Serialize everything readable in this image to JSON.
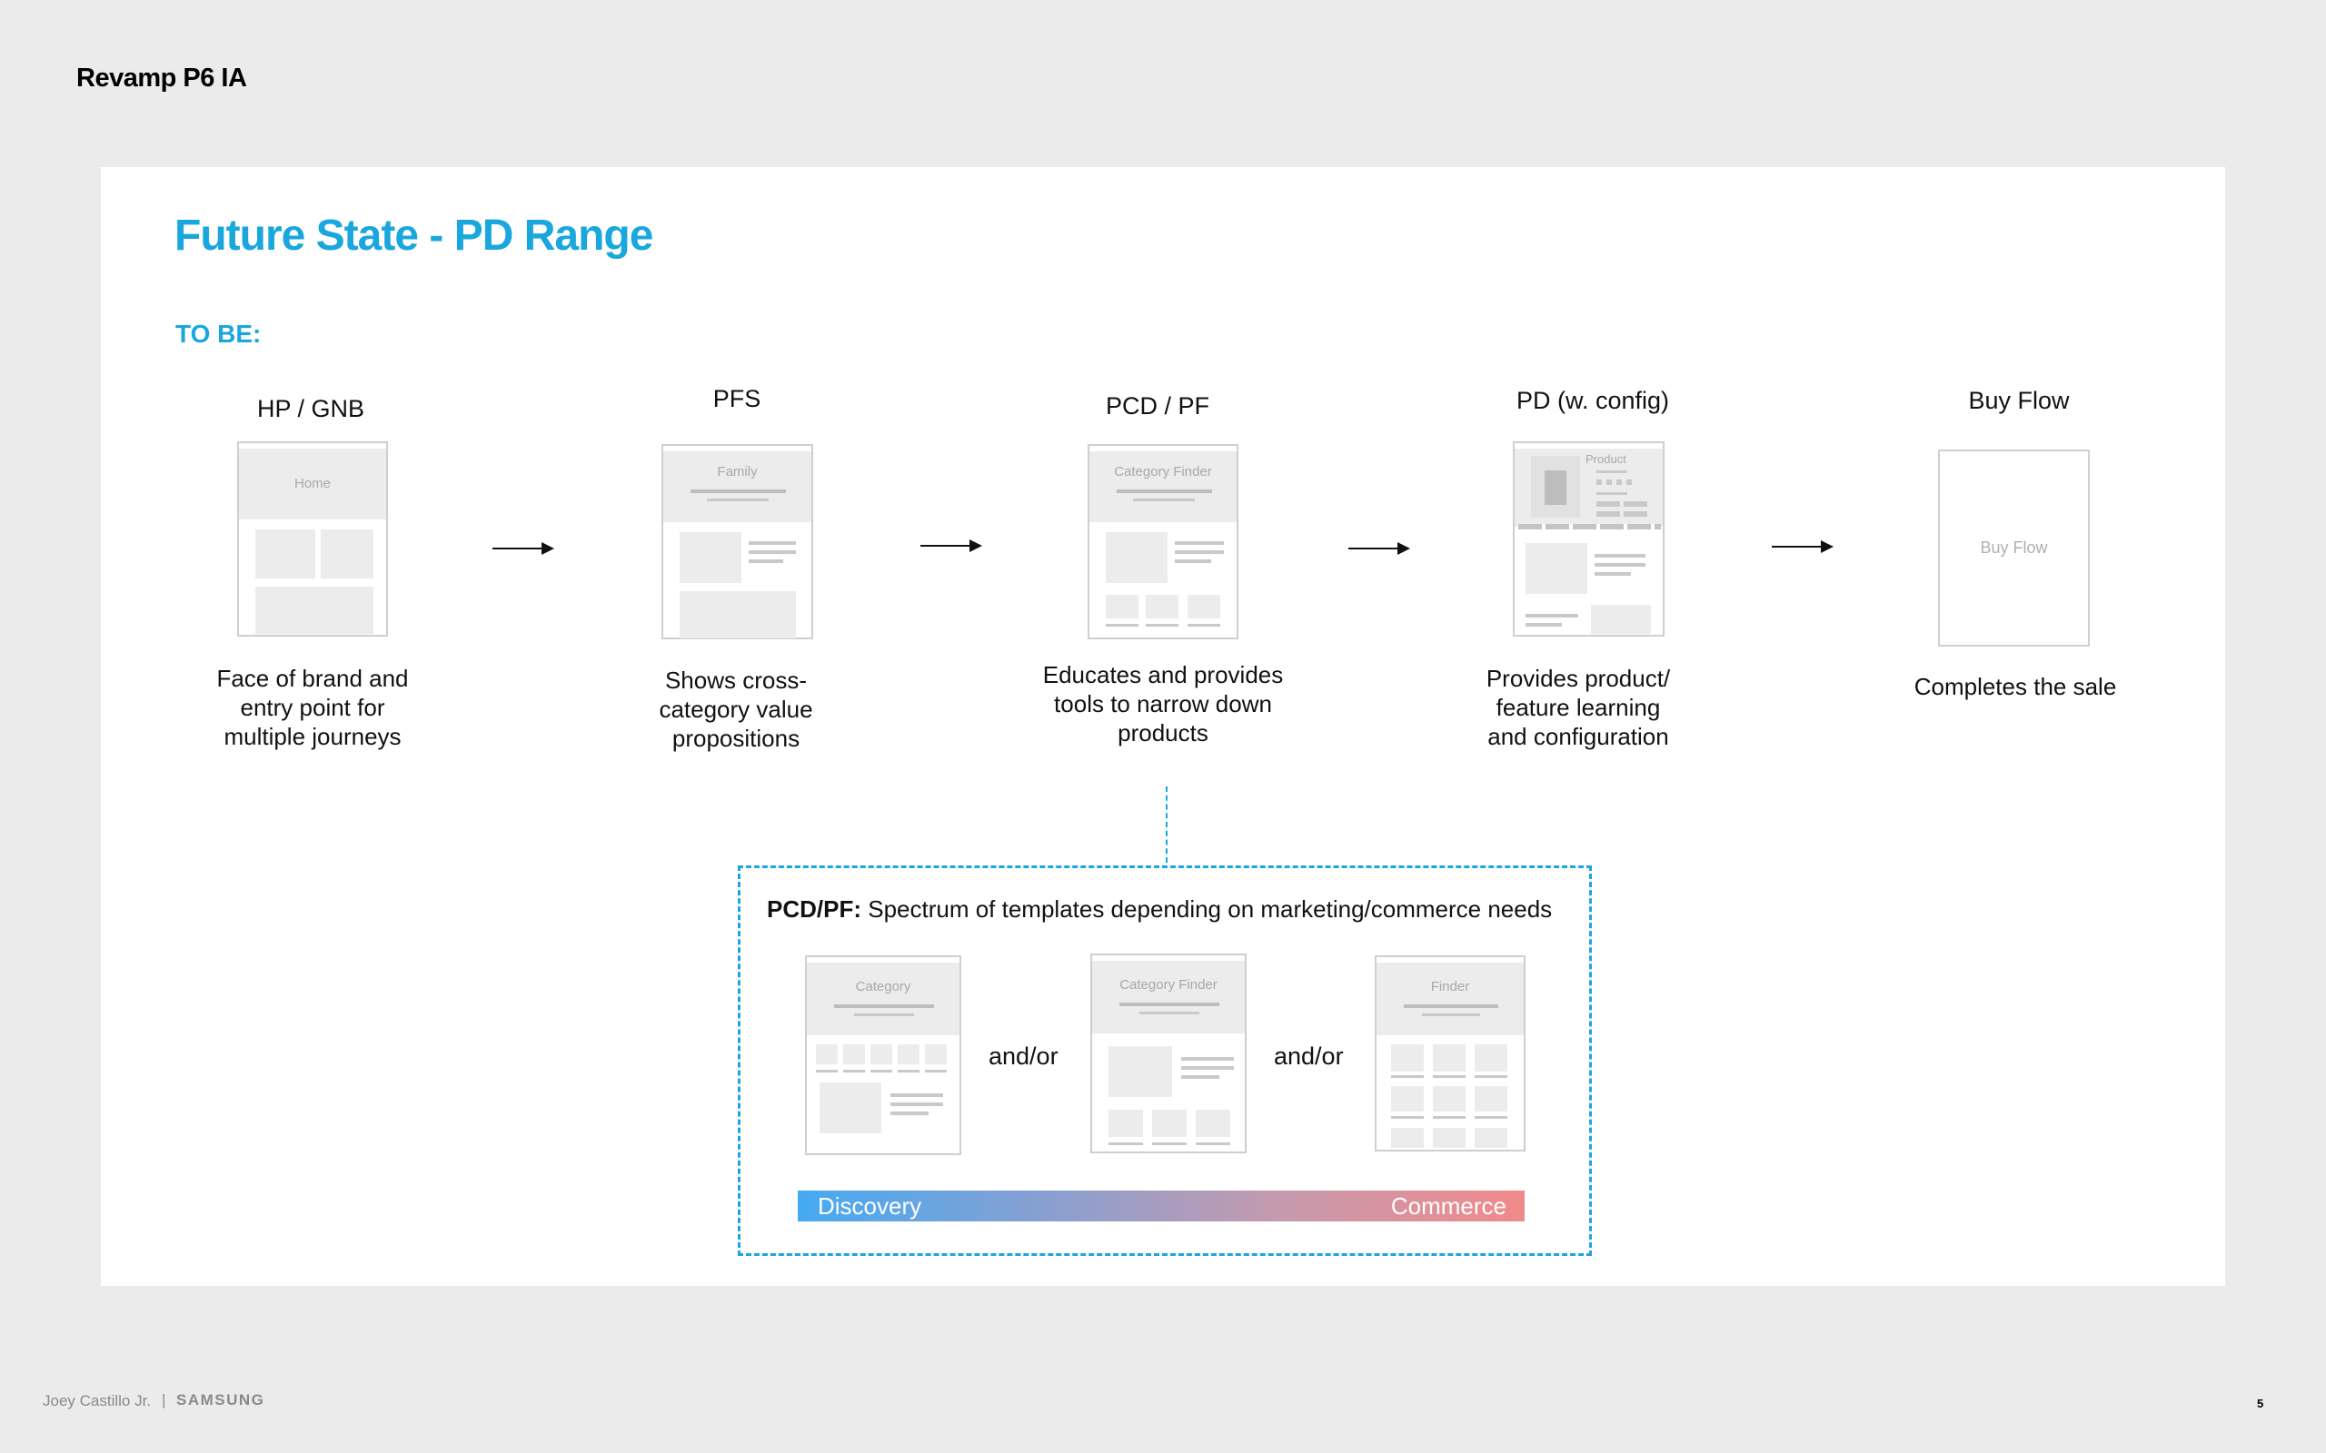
{
  "header": {
    "title": "Revamp P6 IA"
  },
  "slide": {
    "title": "Future State - PD Range",
    "subtitle": "TO BE:"
  },
  "steps": [
    {
      "label": "HP / GNB",
      "wireframe_text": "Home",
      "description": "Face of brand and\nentry point for\nmultiple journeys"
    },
    {
      "label": "PFS",
      "wireframe_text": "Family",
      "description": "Shows cross-\ncategory value\npropositions"
    },
    {
      "label": "PCD / PF",
      "wireframe_text": "Category Finder",
      "description": "Educates and provides\ntools to narrow down\nproducts"
    },
    {
      "label": "PD (w. config)",
      "wireframe_text": "Product",
      "description": "Provides product/\nfeature learning\nand configuration"
    },
    {
      "label": "Buy Flow",
      "wireframe_text": "Buy Flow",
      "description": "Completes the sale"
    }
  ],
  "spectrum": {
    "heading_bold": "PCD/PF:",
    "heading_rest": " Spectrum of templates depending on marketing/commerce needs",
    "templates": [
      {
        "wireframe_text": "Category"
      },
      {
        "wireframe_text": "Category Finder"
      },
      {
        "wireframe_text": "Finder"
      }
    ],
    "connector_text": "and/or",
    "bar_left": "Discovery",
    "bar_right": "Commerce"
  },
  "footer": {
    "author": "Joey Castillo Jr.",
    "separator": "|",
    "brand": "SAMSUNG",
    "page_number": "5"
  },
  "colors": {
    "accent": "#1aa7dd",
    "discovery": "#45aaf2",
    "commerce": "#f08a8a"
  }
}
